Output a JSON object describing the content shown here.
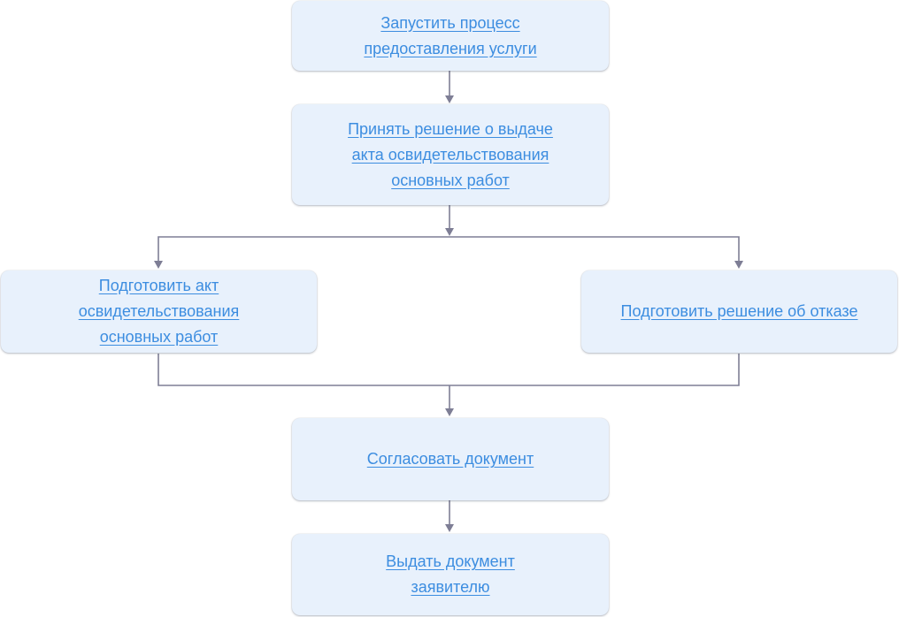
{
  "colors": {
    "node_fill": "#e8f1fc",
    "link_text": "#3c8de0",
    "connector": "#7e7e95"
  },
  "nodes": {
    "start_process": "Запустить процесс\nпредоставления услуги",
    "accept_decision": "Принять решение о выдаче\nакта освидетельствования\nосновных работ",
    "prepare_act": "Подготовить акт\nосвидетельствования\nосновных работ",
    "prepare_refusal": "Подготовить решение об отказе",
    "approve_document": "Согласовать документ",
    "issue_document": "Выдать документ\nзаявителю"
  }
}
